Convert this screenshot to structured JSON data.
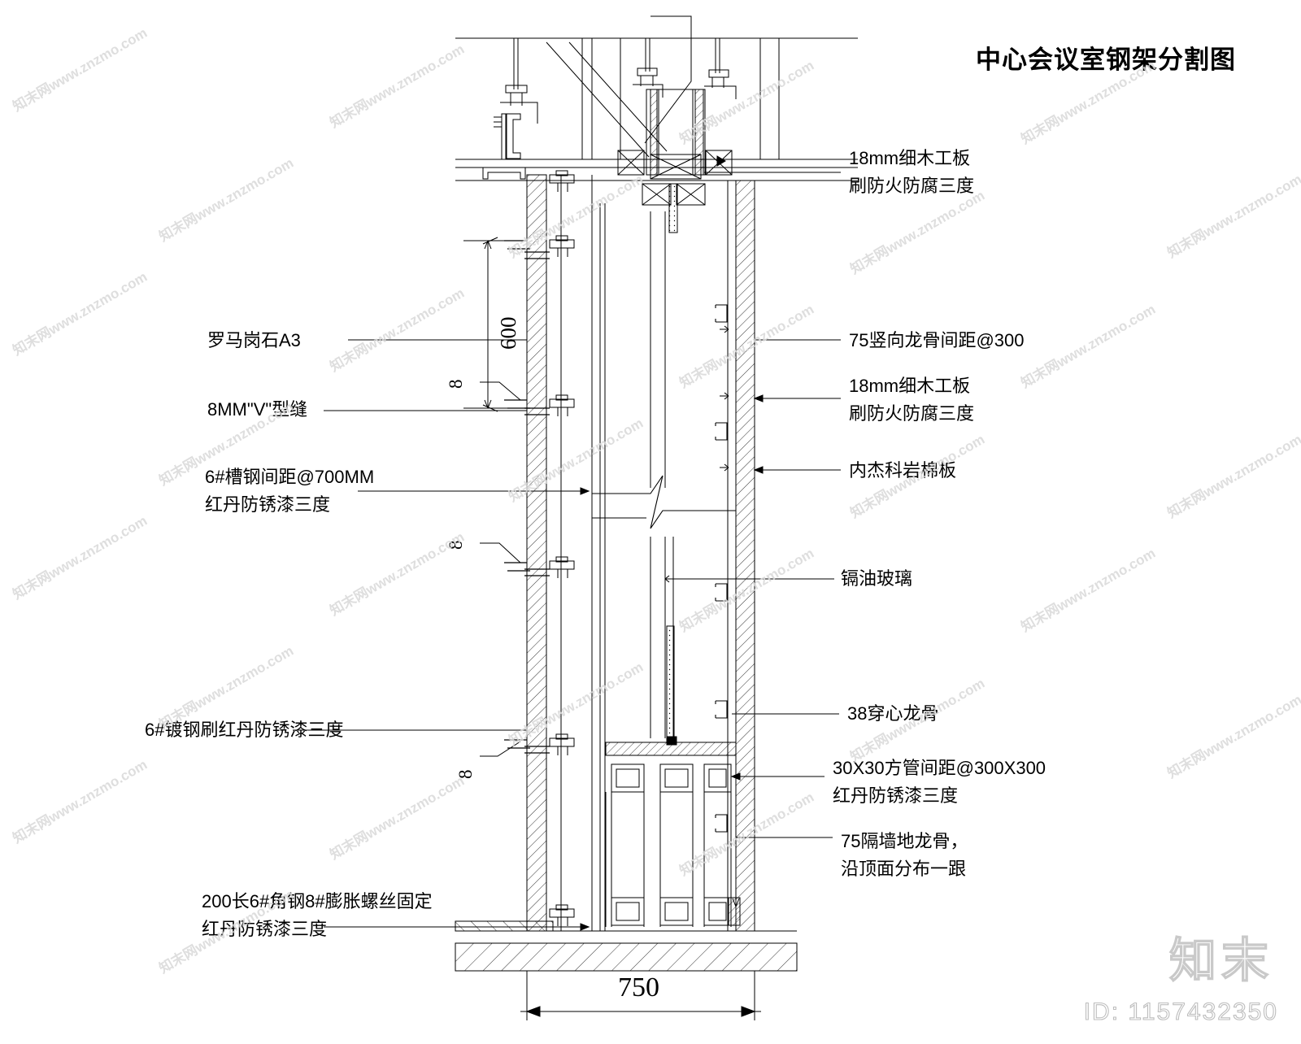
{
  "sheet": {
    "title": "中心会议室钢架分割图",
    "watermark_text": "知末网www.znzmo.com",
    "logo_text": "知末",
    "drawing_id": "ID: 1157432350"
  },
  "dimensions": {
    "overall_width": "750",
    "module_height": "600",
    "joint_a": "8",
    "joint_b": "8",
    "joint_c": "8"
  },
  "left_notes": [
    {
      "id": "stone-panel",
      "lines": [
        "罗马岗石A3"
      ]
    },
    {
      "id": "v-joint",
      "lines": [
        "8MM\"V\"型缝"
      ]
    },
    {
      "id": "channel-steel",
      "lines": [
        "6#槽钢间距@700MM",
        "红丹防锈漆三度"
      ]
    },
    {
      "id": "plated-steel",
      "lines": [
        "6#镀钢刷红丹防锈漆三度"
      ]
    },
    {
      "id": "angle-anchor",
      "lines": [
        "200长6#角钢8#膨胀螺丝固定",
        "红丹防锈漆三度"
      ]
    }
  ],
  "right_notes": [
    {
      "id": "blockboard-top",
      "lines": [
        "18mm细木工板",
        "刷防火防腐三度"
      ]
    },
    {
      "id": "vertical-keel",
      "lines": [
        "75竖向龙骨间距@300"
      ]
    },
    {
      "id": "blockboard-wall",
      "lines": [
        "18mm细木工板",
        "刷防火防腐三度"
      ]
    },
    {
      "id": "rockwool-board",
      "lines": [
        "内杰科岩棉板"
      ]
    },
    {
      "id": "cadmium-glass",
      "lines": [
        "镉油玻璃"
      ]
    },
    {
      "id": "through-keel",
      "lines": [
        "38穿心龙骨"
      ]
    },
    {
      "id": "square-tube",
      "lines": [
        "30X30方管间距@300X300",
        "红丹防锈漆三度"
      ]
    },
    {
      "id": "floor-keel",
      "lines": [
        "75隔墙地龙骨，",
        "沿顶面分布一跟"
      ]
    }
  ]
}
